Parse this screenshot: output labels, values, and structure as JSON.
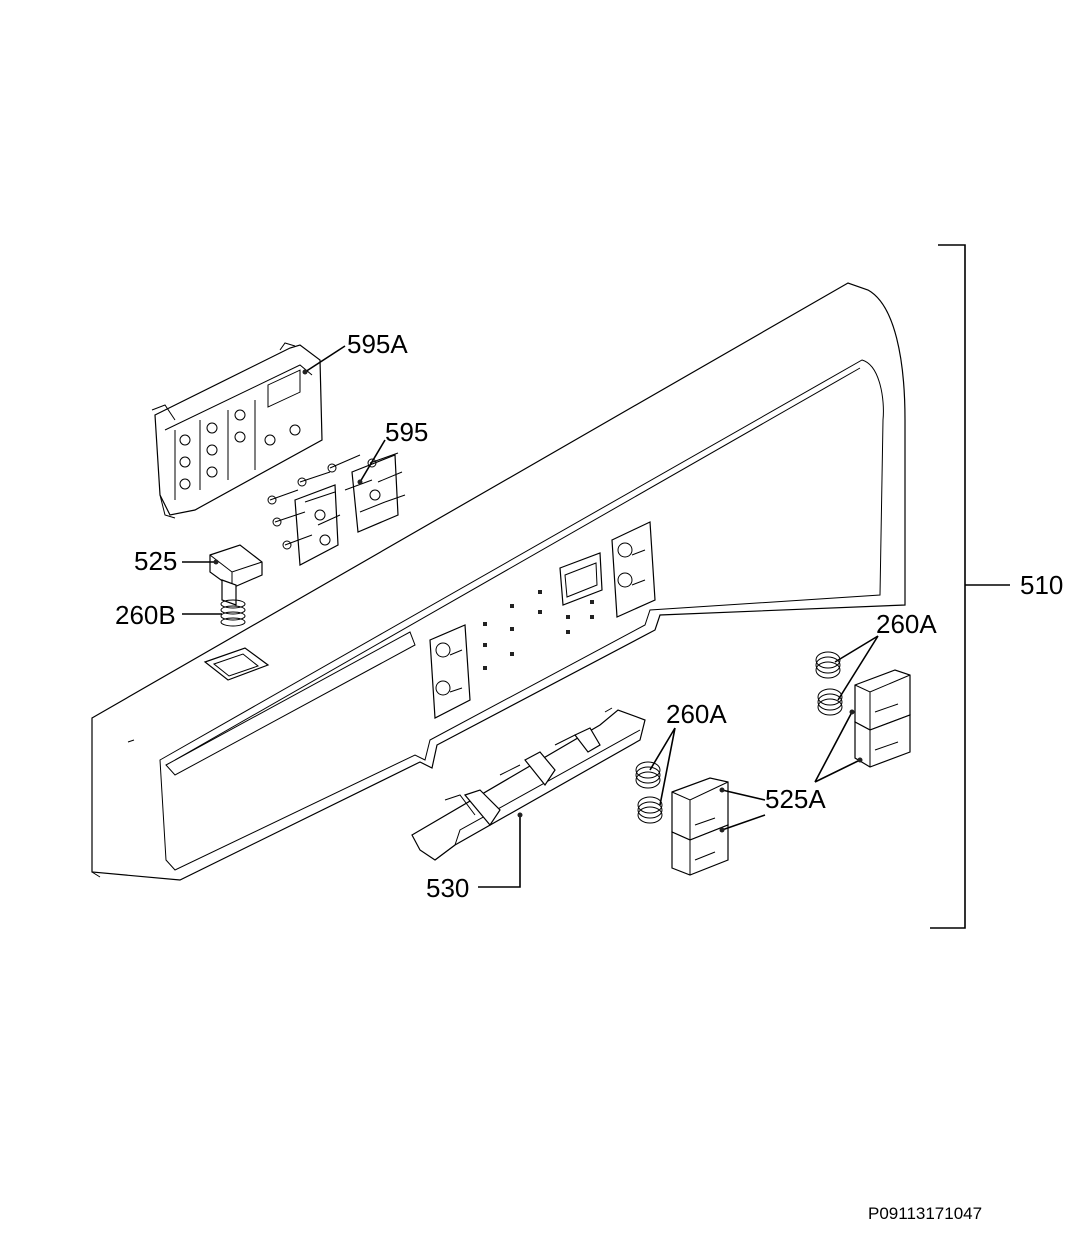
{
  "labels": {
    "p595A": "595A",
    "p595": "595",
    "p525": "525",
    "p260B": "260B",
    "p510": "510",
    "p260A_right": "260A",
    "p260A_mid": "260A",
    "p525A": "525A",
    "p530": "530"
  },
  "reference_code": "P09113171047"
}
